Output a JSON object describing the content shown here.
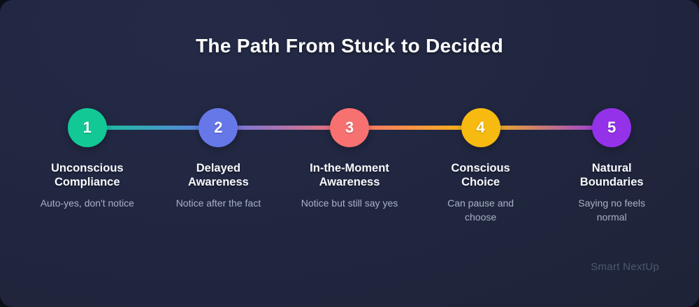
{
  "page": {
    "title": "The Path From Stuck to Decided",
    "watermark": "Smart NextUp",
    "background_color": "#212640"
  },
  "timeline": {
    "line_gradient": [
      "#12c995",
      "#6677e8",
      "#f87171",
      "#f6ba10",
      "#9432ea"
    ]
  },
  "steps": [
    {
      "number": "1",
      "color": "#12c995",
      "title": "Unconscious\nCompliance",
      "subtitle": "Auto-yes, don't notice"
    },
    {
      "number": "2",
      "color": "#6677e8",
      "title": "Delayed\nAwareness",
      "subtitle": "Notice after the fact"
    },
    {
      "number": "3",
      "color": "#f87171",
      "title": "In-the-Moment\nAwareness",
      "subtitle": "Notice but still say yes"
    },
    {
      "number": "4",
      "color": "#f6ba10",
      "title": "Conscious\nChoice",
      "subtitle": "Can pause and\nchoose"
    },
    {
      "number": "5",
      "color": "#9432ea",
      "title": "Natural\nBoundaries",
      "subtitle": "Saying no feels\nnormal"
    }
  ]
}
